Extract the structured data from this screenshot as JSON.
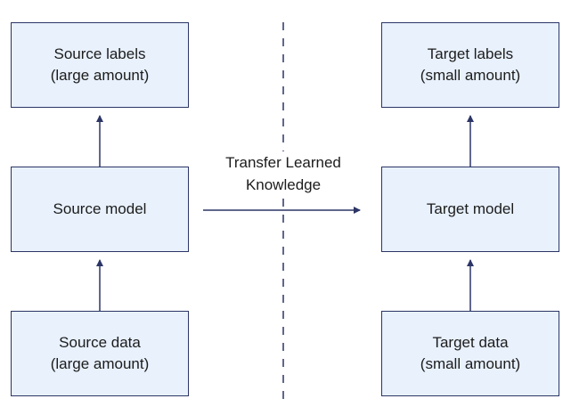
{
  "source": {
    "labels": {
      "line1": "Source labels",
      "line2": "(large amount)"
    },
    "model": {
      "line1": "Source model"
    },
    "data": {
      "line1": "Source data",
      "line2": "(large amount)"
    }
  },
  "target": {
    "labels": {
      "line1": "Target labels",
      "line2": "(small amount)"
    },
    "model": {
      "line1": "Target model"
    },
    "data": {
      "line1": "Target data",
      "line2": "(small amount)"
    }
  },
  "transfer": {
    "line1": "Transfer Learned",
    "line2": "Knowledge"
  },
  "colors": {
    "box_fill": "#e8f1fc",
    "box_border": "#2c3566",
    "arrow": "#2c3566"
  }
}
